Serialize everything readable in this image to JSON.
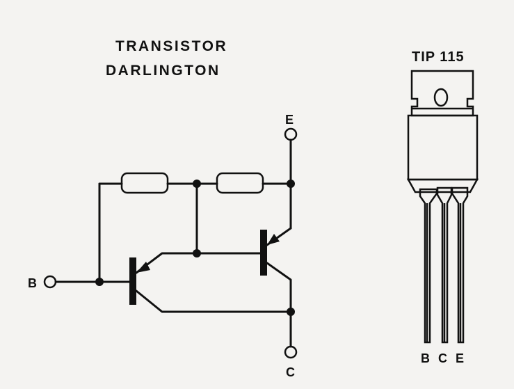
{
  "title": {
    "line1": "TRANSISTOR",
    "line2": "DARLINGTON"
  },
  "schematic": {
    "terminals": {
      "base": "B",
      "emitter": "E",
      "collector": "C"
    }
  },
  "package": {
    "part_number": "TIP 115",
    "pin_labels": [
      "B",
      "C",
      "E"
    ]
  }
}
